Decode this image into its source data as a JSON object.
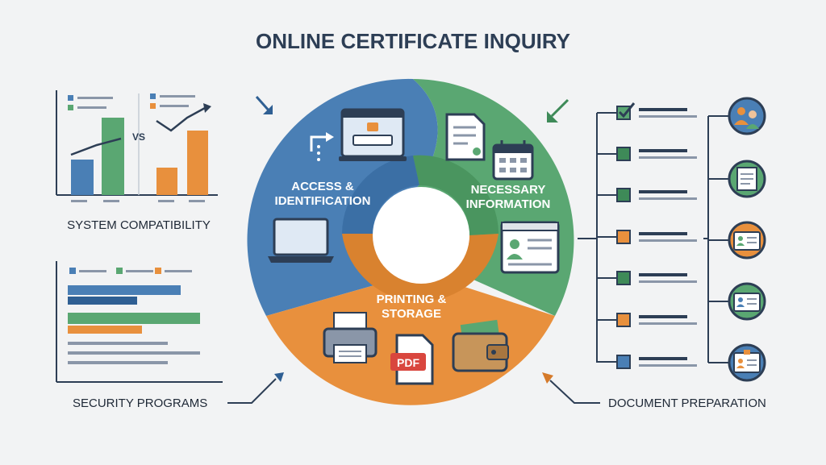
{
  "title": "ONLINE CERTIFICATE INQUIRY",
  "colors": {
    "blue": "#4a7fb5",
    "dark_blue": "#2f5f93",
    "green": "#5aa772",
    "dark_green": "#3e8a58",
    "orange": "#e8903d",
    "dark_orange": "#d57a2a",
    "navy": "#2d3e55",
    "text": "#1e2836",
    "background": "#f2f3f4"
  },
  "wheel": {
    "segments": [
      {
        "label_line1": "ACCESS &",
        "label_line2": "IDENTIFICATION",
        "icons": [
          "login-screen-icon",
          "cursor-arrow-icon",
          "laptop-icon"
        ]
      },
      {
        "label_line1": "NECESSARY",
        "label_line2": "INFORMATION",
        "icons": [
          "document-icon",
          "calendar-icon",
          "profile-window-icon"
        ]
      },
      {
        "label_line1": "PRINTING &",
        "label_line2": "STORAGE",
        "icons": [
          "printer-icon",
          "pdf-file-icon",
          "wallet-icon"
        ]
      }
    ],
    "pdf_badge": "PDF"
  },
  "panels": {
    "system_compatibility": {
      "label": "SYSTEM COMPATIBILITY",
      "vs_text": "VS",
      "icons": [
        "bar-chart-icon",
        "trend-arrow-icon"
      ]
    },
    "security_programs": {
      "label": "SECURITY PROGRAMS",
      "icons": [
        "horizontal-bar-chart-icon"
      ]
    },
    "document_preparation": {
      "label": "DOCUMENT PREPARATION",
      "icons": [
        "checklist-icon",
        "family-icon",
        "document-icon",
        "id-card-icon",
        "id-card-icon",
        "id-badge-icon"
      ]
    }
  }
}
